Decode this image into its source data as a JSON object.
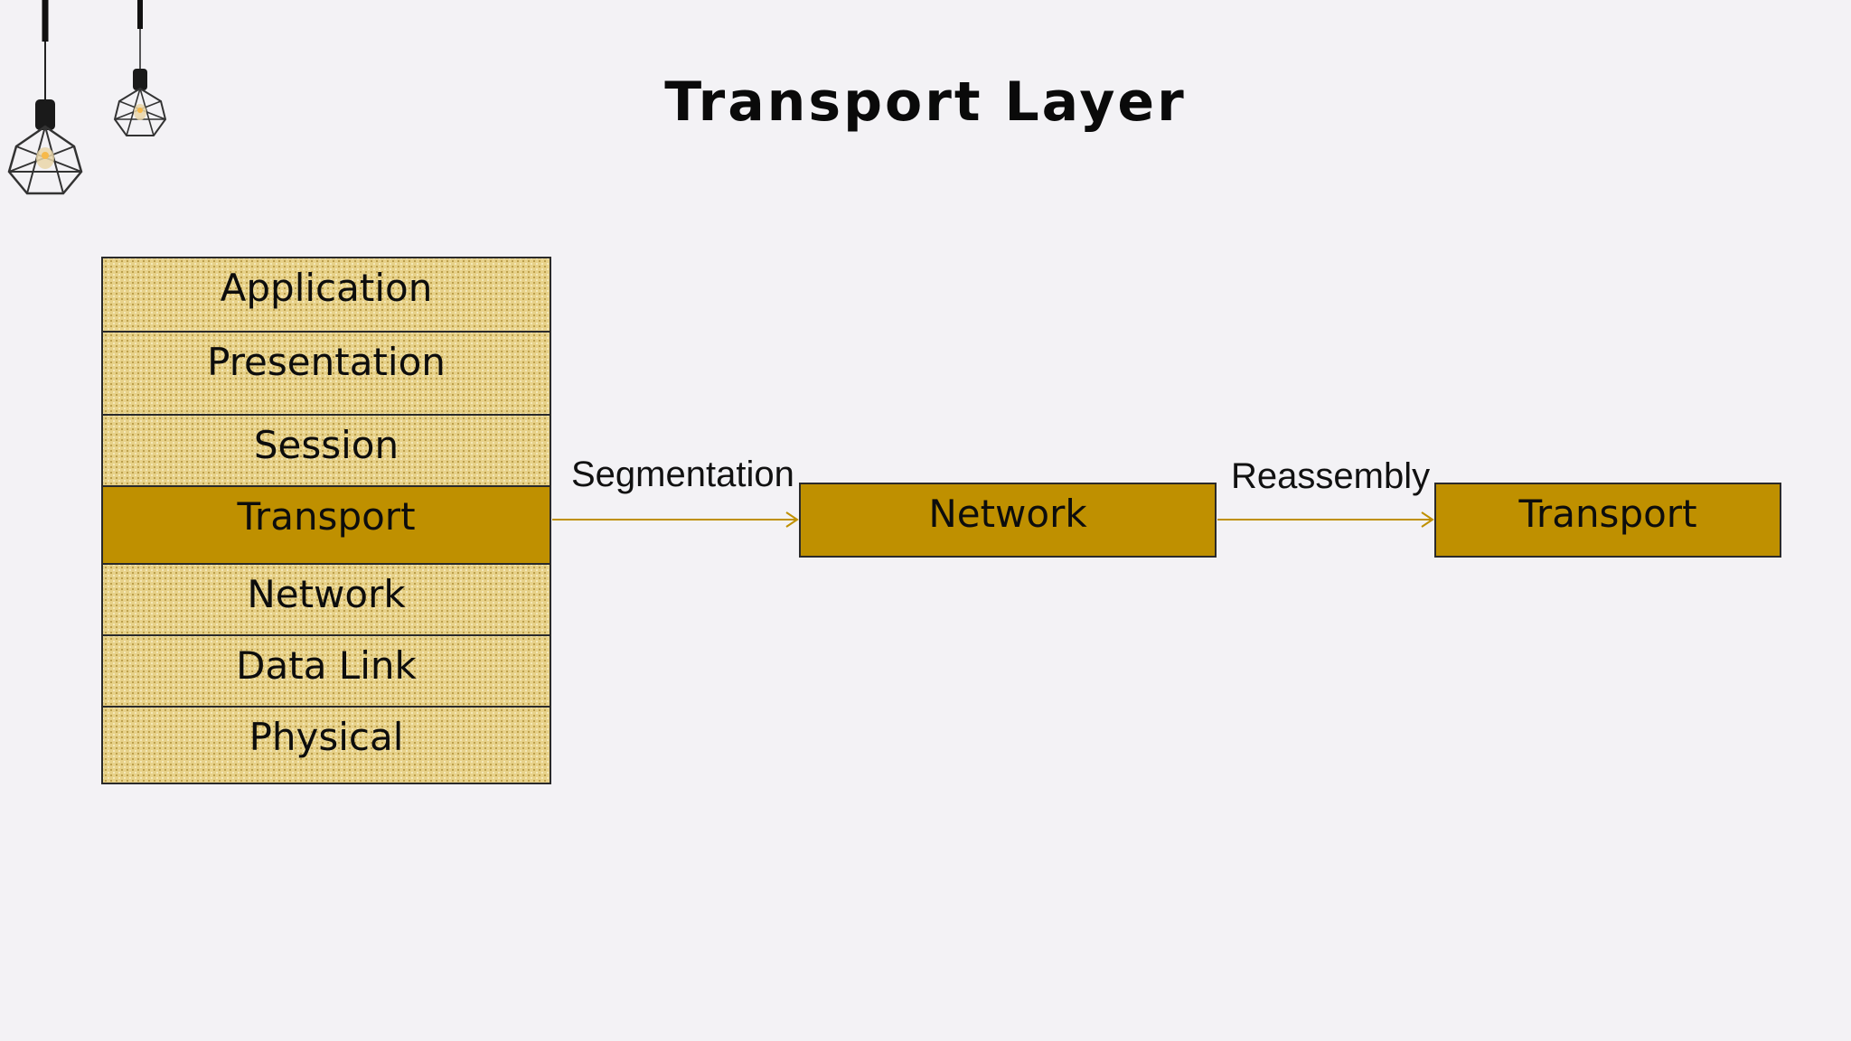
{
  "title": "Transport Layer",
  "osi_stack": {
    "layers": [
      {
        "label": "Application",
        "active": false
      },
      {
        "label": "Presentation",
        "active": false
      },
      {
        "label": "Session",
        "active": false
      },
      {
        "label": "Transport",
        "active": true
      },
      {
        "label": "Network",
        "active": false
      },
      {
        "label": "Data Link",
        "active": false
      },
      {
        "label": "Physical",
        "active": false
      }
    ]
  },
  "flow": {
    "segmentation_label": "Segmentation",
    "network_box_label": "Network",
    "reassembly_label": "Reassembly",
    "transport_box_label": "Transport"
  },
  "colors": {
    "background": "#f3f2f5",
    "accent_gold": "#bf9000",
    "layer_fill": "#e7d189",
    "arrow": "#bf9000"
  },
  "icons": {
    "lamp_large": "pendant-lamp-icon",
    "lamp_small": "pendant-lamp-icon"
  }
}
